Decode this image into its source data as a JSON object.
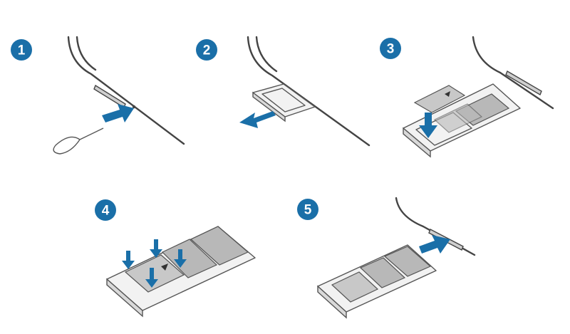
{
  "accent_color": "#1a6fa8",
  "steps": [
    {
      "number": "1"
    },
    {
      "number": "2"
    },
    {
      "number": "3"
    },
    {
      "number": "4"
    },
    {
      "number": "5"
    }
  ]
}
